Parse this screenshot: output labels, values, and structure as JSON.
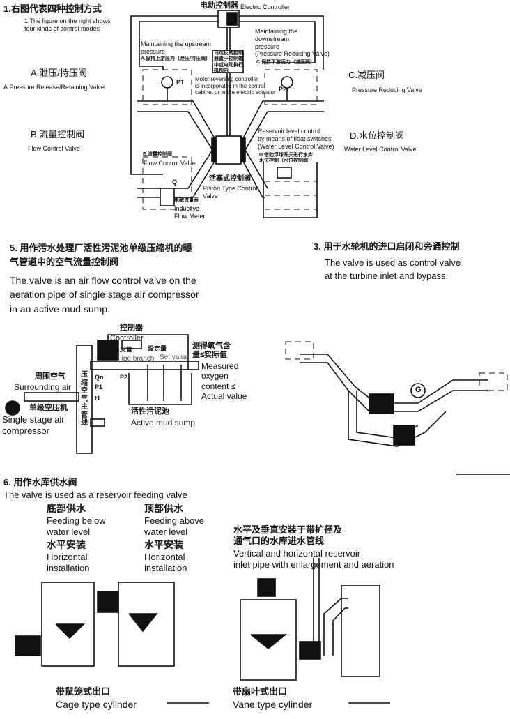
{
  "section1": {
    "title": "1.右图代表四种控制方式",
    "subtitle": "1.The figure on the right shows\nfour kinds of control modes",
    "controller_cn": "电动控制器",
    "controller_en": "Electric Controller",
    "upstream_en": "Maintaining the upstream\npressure",
    "upstream_cn": "A.保持上游压力（泄压/持压阀）",
    "downstream_en": "Maintaining the\ndownstream\npressure\n(Pressure Reducing Valve)",
    "downstream_cn": "C.保持下游压力（减压阀）",
    "motor_cn": "马达反转控制\n器置于控制箱\n中或电动执行\n机构内",
    "motor_en": "Motor reversing controller\nis incorporated in the control\ncabinet or in the electric actuator",
    "p1": "P1",
    "p2": "P2",
    "q": "Q",
    "flow_cn": "B.流量控制阀",
    "flow_en": "Flow Control Valve",
    "meter_cn": "电磁流量表",
    "meter_en": "Inductive\nFlow Meter",
    "piston_cn": "活塞式控制阀",
    "piston_en": "Piston Type Control\nValve",
    "reservoir_en": "Reservoir level control\nby means of float switches\n(Water Level Control Valve)",
    "reservoir_cn": "D.借助浮球开关进行水库\n水位控制（水位控制阀）",
    "A_cn": "A.泄压/持压阀",
    "A_en": "A.Pressure Release/Retaining Valve",
    "B_cn": "B.流量控制阀",
    "B_en": "Flow Control Valve",
    "C_cn": "C.减压阀",
    "C_en": "Pressure Reducing Valve",
    "D_cn": "D.水位控制阀",
    "D_en": "Water Level Control Valve"
  },
  "section5": {
    "title_cn": "5. 用作污水处理厂活性污泥池单级压缩机的曝\n气管道中的空气流量控制阀",
    "title_en": "The valve is an air flow control valve on the\naeration pipe of single stage air compressor\nin an active mud sump.",
    "controller_cn": "控制器",
    "controller_en": "Controller",
    "branch_cn": "支管",
    "branch_en": "Pipe branch",
    "set_cn": "设定量",
    "set_en": "Set value",
    "measured_cn": "测得氧气含\n量≤实际值",
    "measured_en": "Measured\noxygen\ncontent ≤\nActual value",
    "air_cn": "周围空气",
    "air_en": "Surrounding air",
    "comp_cn": "单级空压机",
    "comp_en": "Single stage air\ncompressor",
    "main_cn": "压\n缩\n空\n气\n主\n管\n线",
    "qn": "Qn",
    "p1": "P1",
    "t1": "t1",
    "p2": "P2",
    "sump_cn": "活性污泥池",
    "sump_en": "Active mud sump"
  },
  "section3": {
    "title_cn": "3. 用于水轮机的进口启闭和旁通控制",
    "title_en": "The valve is used as control valve\nat the turbine inlet and bypass.",
    "g": "G"
  },
  "section6": {
    "title_cn": "6. 用作水库供水阀",
    "title_en": "The valve is used as a reservoir feeding valve",
    "below_cn": "底部供水",
    "below_en": "Feeding below\nwater level",
    "above_cn": "顶部供水",
    "above_en": "Feeding above\nwater level",
    "horiz1_cn": "水平安装",
    "horiz1_en": "Horizontal\ninstallation",
    "horiz2_cn": "水平安装",
    "horiz2_en": "Horizontal\ninstallation",
    "vert_cn": "水平及垂直安装于带扩径及\n通气口的水库进水管线",
    "vert_en": "Vertical and horizontal reservoir\ninlet pipe with enlargement and aeration",
    "cage_cn": "带鼠笼式出口",
    "cage_en": "Cage type cylinder",
    "vane_cn": "带扇叶式出口",
    "vane_en": "Vane type cylinder"
  }
}
